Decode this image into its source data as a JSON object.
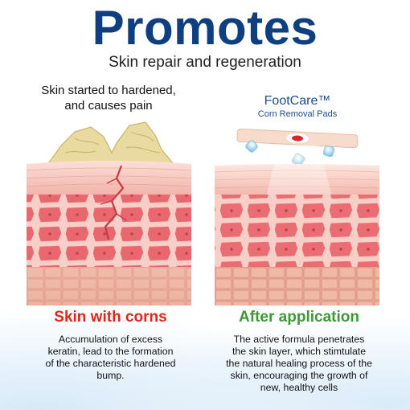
{
  "headline": "Promotes",
  "subheadline": "Skin repair and regeneration",
  "left_panel": {
    "caption_line1": "Skin started to hardened,",
    "caption_line2": "and causes pain",
    "label": "Skin with corns",
    "label_color": "#e0261b",
    "description_lines": [
      "Accumulation of excess",
      "keratin, lead to the formation",
      "of the characteristic hardened",
      "bump."
    ]
  },
  "right_panel": {
    "product_name": "FootCare™",
    "product_subtitle": "Corn Removal Pads",
    "label": "After application",
    "label_color": "#3c9a34",
    "description_lines": [
      "The active formula penetrates",
      "the skin layer, which stimtulate",
      "the natural healing process of the",
      "skin, encouraging the growth of",
      "new, healthy cells"
    ]
  },
  "colors": {
    "headline": "#0e3f80",
    "product_text": "#1d4f8f",
    "skin_top": "#f6c6bd",
    "cell": "#ea6d73",
    "corn": "#e9dba0",
    "droplet": "#9fd2ee"
  }
}
